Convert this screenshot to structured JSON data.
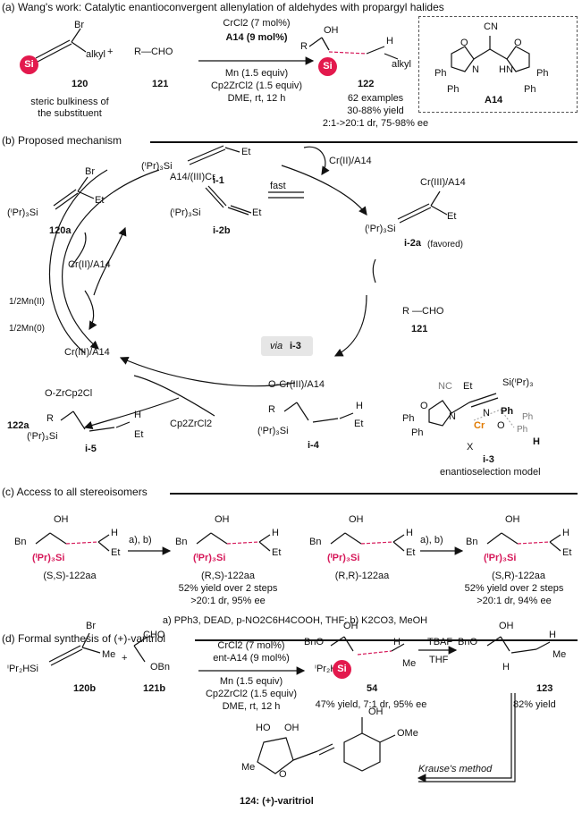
{
  "sections": {
    "a": "(a) Wang's work: Catalytic enantioconvergent allenylation of aldehydes with propargyl halides",
    "b": "(b) Proposed mechanism",
    "c": "(c) Access to all stereoisomers",
    "d": "(d) Formal synthesis of (+)-varitriol"
  },
  "a": {
    "br": "Br",
    "alkyl": "alkyl",
    "si": "Si",
    "plus": "+",
    "r_cho": "R—CHO",
    "cmpd120": "120",
    "cmpd121": "121",
    "note1": "steric bulkiness of",
    "note2": "the substituent",
    "cond1": "CrCl2 (7 mol%)",
    "cond2": "A14 (9 mol%)",
    "cond3": "Mn (1.5 equiv)",
    "cond4": "Cp2ZrCl2 (1.5 equiv)",
    "cond5": "DME, rt, 12 h",
    "r": "R",
    "oh": "OH",
    "hh": "H",
    "alkyl2": "alkyl",
    "cmpd122": "122",
    "res1": "62 examples",
    "res2": "30-88% yield",
    "res3": "2:1->20:1 dr, 75-98% ee",
    "cn": "CN",
    "ph": "Ph",
    "hn": "HN",
    "n": "N",
    "o": "O",
    "a14": "A14"
  },
  "b": {
    "i1_si": "(ⁱPr)₃Si",
    "i1_et": "Et",
    "i1": "i-1",
    "cr_a14": "Cr(II)/A14",
    "fast": "fast",
    "br": "Br",
    "et": "Et",
    "si120a": "(ⁱPr)₃Si",
    "cmpd120a": "120a",
    "i2b_cr": "A14/(III)Cr",
    "i2b_si": "(ⁱPr)₃Si",
    "i2b_et": "Et",
    "i2b": "i-2b",
    "i2a_cr": "Cr(III)/A14",
    "i2a_et": "Et",
    "i2a_si": "(ⁱPr)₃Si",
    "i2a": "i-2a",
    "favored": "(favored)",
    "crII": "Cr(II)/A14",
    "mn2": "1/2Mn(II)",
    "mn0": "1/2Mn(0)",
    "crIII": "Cr(III)/A14",
    "via": "via",
    "i3ref": "i-3",
    "r_cho": "R —CHO",
    "cmpd121": "121",
    "i5_o": "O-ZrCp2Cl",
    "i5_r": "R",
    "i5_h": "H",
    "i5_si": "(ⁱPr)₃Si",
    "i5_et": "Et",
    "i5": "i-5",
    "cmpd122a": "122a",
    "cp2zrcl2": "Cp2ZrCl2",
    "i4_o": "O-Cr(III)/A14",
    "i4_r": "R",
    "i4_h": "H",
    "i4_si": "(ⁱPr)₃Si",
    "i4_et": "Et",
    "i4": "i-4",
    "i3_nc": "NC",
    "i3_et": "Et",
    "i3_si": "Si(ⁱPr)₃",
    "i3_ph1": "Ph",
    "i3_ph2": "Ph",
    "i3_ph3": "Ph",
    "i3_ph4": "Ph",
    "i3_ph5": "Ph",
    "i3_cr": "Cr",
    "i3_x": "X",
    "i3_h": "H",
    "i3_o": "O",
    "i3_n1": "N",
    "i3_n2": "N",
    "i3": "i-3",
    "model": "enantioselection model"
  },
  "c": {
    "oh": "OH",
    "bn": "Bn",
    "h": "H",
    "et": "Et",
    "si": "(ⁱPr)₃Si",
    "arrow": "a), b)",
    "n1": "(S,S)-122aa",
    "n2": "(R,S)-122aa",
    "n3": "(R,R)-122aa",
    "n4": "(S,R)-122aa",
    "y1": "52% yield over 2 steps",
    "d1": ">20:1 dr, 95% ee",
    "y2": "52% yield over 2 steps",
    "d2": ">20:1 dr, 94% ee",
    "footnote": "a) PPh3, DEAD, p-NO2C6H4COOH, THF; b) K2CO3, MeOH"
  },
  "d": {
    "br": "Br",
    "me": "Me",
    "si120b": "ⁱPr₂HSi",
    "cmpd120b": "120b",
    "plus": "+",
    "cho": "CHO",
    "obn": "OBn",
    "cmpd121b": "121b",
    "cond1": "CrCl2 (7 mol%)",
    "cond2": "ent-A14 (9 mol%)",
    "cond3": "Mn (1.5 equiv)",
    "cond4": "Cp2ZrCl2 (1.5 equiv)",
    "cond5": "DME, rt, 12 h",
    "bno": "BnO",
    "oh": "OH",
    "si54": "ⁱPr₂H",
    "si": "Si",
    "h": "H",
    "me2": "Me",
    "cmpd54": "54",
    "res54": "47% yield, 7:1 dr, 95% ee",
    "tbaf": "TBAF",
    "thf": "THF",
    "bno2": "BnO",
    "oh2": "OH",
    "h2": "H",
    "h3": "H",
    "me3": "Me",
    "cmpd123": "123",
    "res123": "82% yield",
    "krause": "Krause's method",
    "ho1": "HO",
    "oh3": "OH",
    "me4": "Me",
    "o": "O",
    "oh4": "OH",
    "ome": "OMe",
    "cmpd124": "124: (+)-varitriol"
  }
}
